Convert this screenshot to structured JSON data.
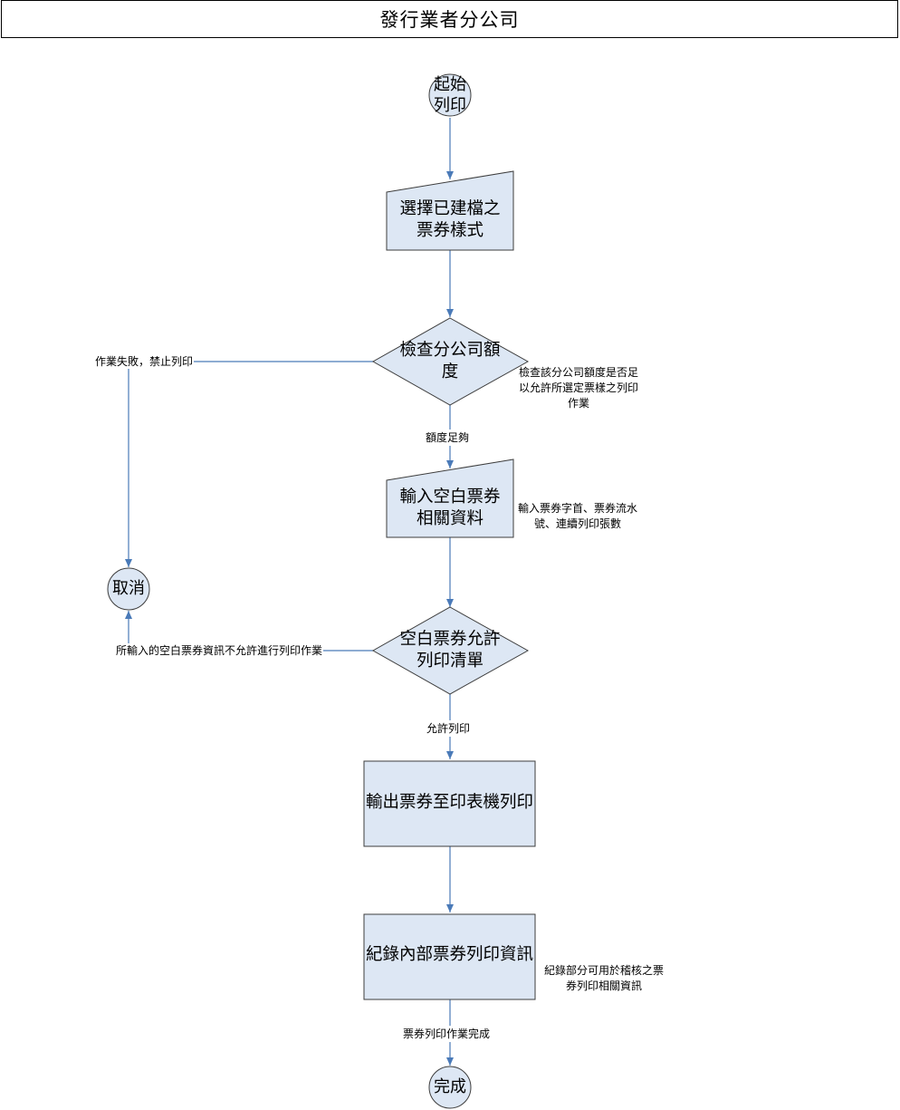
{
  "header": {
    "title": "發行業者分公司"
  },
  "nodes": {
    "start": "起始列印",
    "select_template": "選擇已建檔之票券樣式",
    "check_quota": "檢查分公司額度",
    "input_blank": "輸入空白票券相關資料",
    "blank_allowed": "空白票券允許列印清單",
    "output_print": "輸出票券至印表機列印",
    "record_info": "紀錄內部票券列印資訊",
    "done": "完成",
    "cancel": "取消"
  },
  "edge_labels": {
    "quota_fail": "作業失敗，禁止列印",
    "quota_ok": "額度足夠",
    "blank_denied": "所輸入的空白票券資訊不允許進行列印作業",
    "allow_print": "允許列印",
    "print_done": "票券列印作業完成"
  },
  "annotations": {
    "check_note": "檢查該分公司額度是否足以允許所選定票樣之列印作業",
    "input_note": "輸入票券字首、票券流水號、連續列印張數",
    "record_note": "紀錄部分可用於稽核之票券列印相關資訊"
  },
  "colors": {
    "fill": "#dde7f4",
    "stroke": "#3d3d3d",
    "connector": "#4a7ab8"
  }
}
